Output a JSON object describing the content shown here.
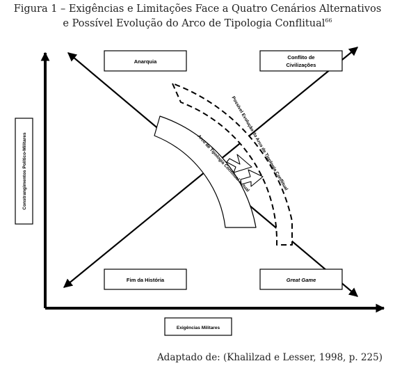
{
  "figure": {
    "title_line1": "Figura 1 – Exigências e Limitações Face a Quatro Cenários Alternativos",
    "title_line2": "e Possível Evolução do Arco de Tipologia Conflitual",
    "footnote_ref": "66",
    "source": "Adaptado de: (Khalilzad e Lesser, 1998, p. 225)"
  },
  "axes": {
    "y_label": "Constrangimentos Político-Militares",
    "x_label": "Exigências Militares"
  },
  "scenarios": {
    "top_left": "Anarquia",
    "top_right_line1": "Conflito de",
    "top_right_line2": "Civilizações",
    "bottom_left": "Fim da História",
    "bottom_right": "Great Game"
  },
  "arcs": {
    "current": "Arco de Tipologia Conflitual Actual",
    "future": "Possível Evolução do Arco de Tipologia Conflitual"
  }
}
